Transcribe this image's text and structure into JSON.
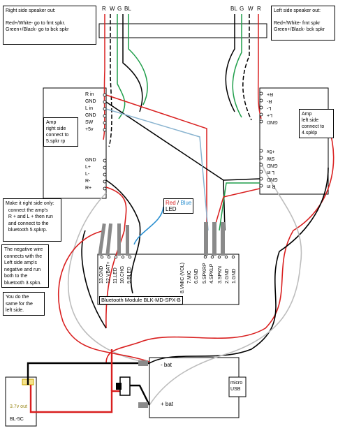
{
  "top_wires_left": [
    "R",
    "W",
    "G",
    "BL"
  ],
  "top_wires_right": [
    "BL",
    "G",
    "W",
    "R"
  ],
  "notes": {
    "right_speaker": [
      "Right side speaker out:",
      "Red+/White- go to frnt spkr.",
      "Green+/Black- go to bck spkr"
    ],
    "left_speaker": [
      "Left side speaker out:",
      "Red+/White- frnt spkr",
      "Green+/Black- bck spkr"
    ],
    "amp_right": [
      "Amp",
      "right side",
      "connect to",
      "5.spkr rp"
    ],
    "amp_left": [
      "Amp",
      "left side",
      "connect to",
      "4.spklp"
    ],
    "instruction": [
      "Make it right side only:",
      "connect the amp's",
      "R + and L + then run",
      "and connect to the",
      "bluetooth 5.spkrp."
    ],
    "negative": [
      "The negative wire",
      "connects with the",
      "Left side amp's",
      "negative and run",
      "both to the",
      "bluetooth 3.spkn."
    ],
    "same": [
      "You do the",
      "same for the",
      "left side."
    ]
  },
  "amp_right_pins": [
    "R in",
    "GND",
    "L in",
    "GND",
    "SW",
    "+5v",
    "GND",
    "L+",
    "L-",
    "R-",
    "R+"
  ],
  "amp_left_pins": [
    "R+",
    "R-",
    "L-",
    "L+",
    "GND",
    "+5v",
    "SW",
    "GND",
    "L in",
    "GND",
    "R in"
  ],
  "bt_pins_left": [
    "13.GND",
    "12.VBAT+",
    "11.LED",
    "10.CHG",
    "9.BLED"
  ],
  "bt_pins_mid": [
    "8.VMIC (VOL)",
    "7.MIC",
    "6.GND",
    "5.SPKRP",
    "4.SPKLP"
  ],
  "bt_pins_right": [
    "3.SPKN",
    "2.GND",
    "1.GND"
  ],
  "bt_module_label": "Bluetooth Module BLK-MD-SPX-B",
  "led_label": {
    "red": "Red",
    "sep": " / ",
    "blue": "Blue",
    "led": "LED"
  },
  "battery_board": {
    "neg": "- bat",
    "pos": "+ bat",
    "usb": [
      "micro",
      "USB"
    ]
  },
  "battery": {
    "out": "3.7v out",
    "name": "BL-5C"
  },
  "colors": {
    "red": "#d91f1f",
    "white": "#bdbdbd",
    "green": "#1f9e4a",
    "blue": "#2a8fd0",
    "black": "#000000",
    "gray": "#8a8a8a"
  }
}
